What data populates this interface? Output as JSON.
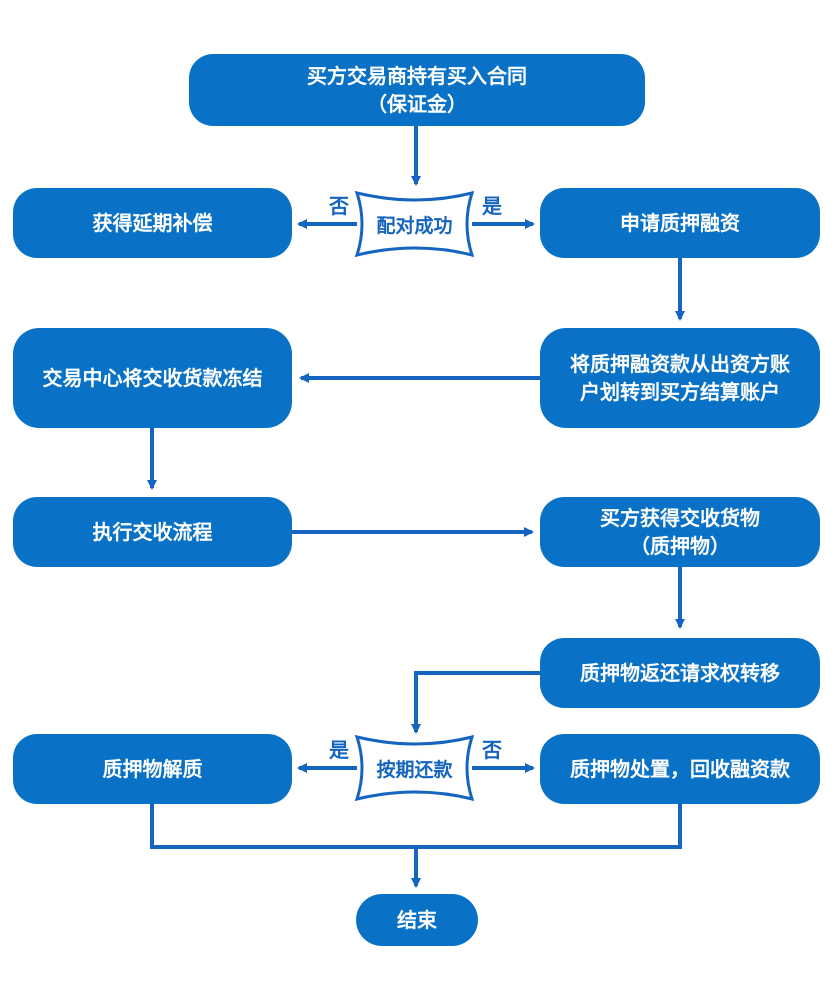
{
  "colors": {
    "box": "#0a72c6",
    "line": "#1565c0",
    "diamond_stroke": "#1565c0"
  },
  "nodes": {
    "start_l1": "买方交易商持有买入合同",
    "start_l2": "（保证金）",
    "compensate": "获得延期补偿",
    "pledge_finance": "申请质押融资",
    "freeze": "交易中心将交收货款冻结",
    "transfer_l1": "将质押融资款从出资方账",
    "transfer_l2": "户划转到买方结算账户",
    "delivery_flow": "执行交收流程",
    "buyer_goods_l1": "买方获得交收货物",
    "buyer_goods_l2": "（质押物）",
    "transfer_right": "质押物返还请求权转移",
    "release": "质押物解质",
    "dispose": "质押物处置，回收融资款",
    "end": "结束"
  },
  "decisions": {
    "match": {
      "text": "配对成功",
      "yes": "是",
      "no": "否"
    },
    "repay": {
      "text": "按期还款",
      "yes": "是",
      "no": "否"
    }
  }
}
